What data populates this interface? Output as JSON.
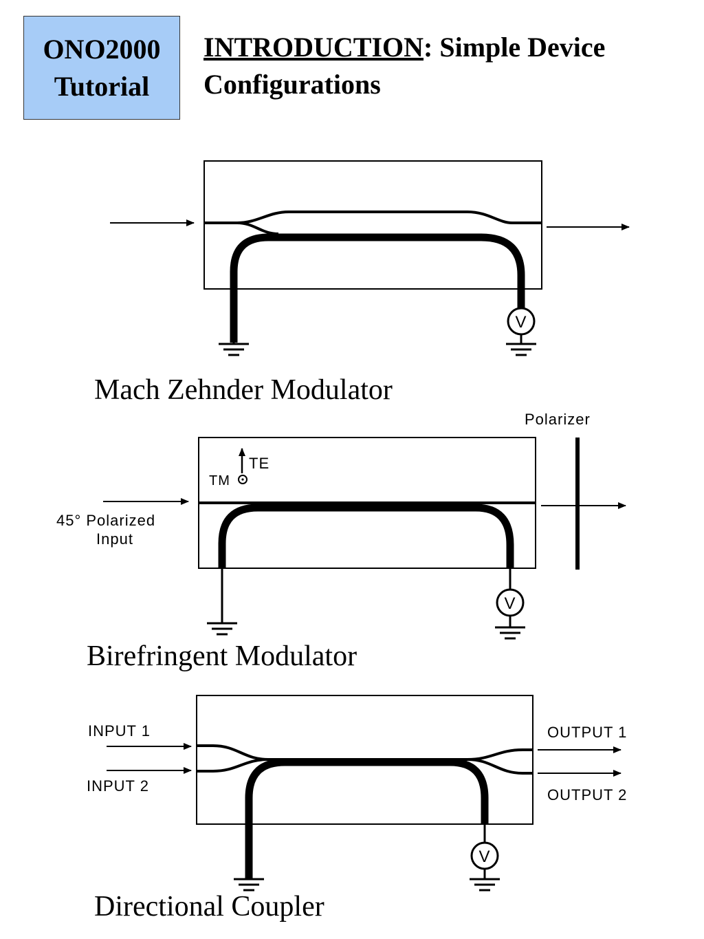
{
  "badge": {
    "line1": "ONO2000",
    "line2": "Tutorial"
  },
  "header": {
    "title_underlined": "INTRODUCTION",
    "title_rest": ":  Simple Device Configurations"
  },
  "diagrams": {
    "mach_zehnder": {
      "caption": "Mach Zehnder Modulator",
      "voltage_label": "V"
    },
    "birefringent": {
      "caption": "Birefringent Modulator",
      "polarizer_label": "Polarizer",
      "te_label": "TE",
      "tm_label": "TM",
      "input_label_line1": "45°  Polarized",
      "input_label_line2": "Input",
      "voltage_label": "V"
    },
    "directional_coupler": {
      "caption": "Directional Coupler",
      "input1_label": "INPUT 1",
      "input2_label": "INPUT 2",
      "output1_label": "OUTPUT 1",
      "output2_label": "OUTPUT 2",
      "voltage_label": "V"
    }
  }
}
